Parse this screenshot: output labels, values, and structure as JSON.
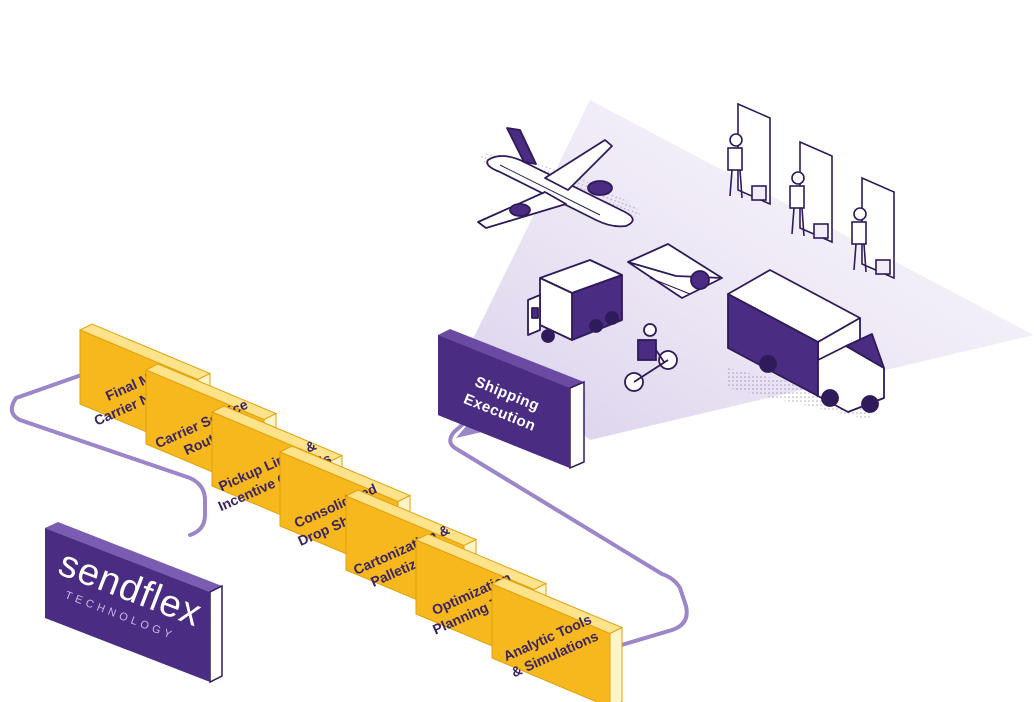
{
  "brand": {
    "name": "sendflex",
    "subtitle": "TECHNOLOGY"
  },
  "execution": {
    "line1": "Shipping",
    "line2": "Execution"
  },
  "steps": [
    {
      "line1": "Final Mile",
      "line2": "Carrier Network"
    },
    {
      "line1": "Carrier Service",
      "line2": "Routing"
    },
    {
      "line1": "Pickup Limits &",
      "line2": "Incentive Controls"
    },
    {
      "line1": "Consolidated",
      "line2": "Drop Shipping"
    },
    {
      "line1": "Cartonization &",
      "line2": "Palletization"
    },
    {
      "line1": "Optimization",
      "line2": "Planning Tools"
    },
    {
      "line1": "Analytic Tools",
      "line2": "& Simulations"
    }
  ],
  "colors": {
    "purple": "#4a2c82",
    "purple_dark": "#2f1a5a",
    "yellow": "#f6b81c",
    "yellow_light": "#fff4c8",
    "connector": "#9c85c9",
    "beam": "#e4dcf0"
  },
  "icons": [
    "airplane-icon",
    "delivery-van-icon",
    "envelope-icon",
    "courier-bike-icon",
    "box-truck-icon",
    "door-delivery-person-icon"
  ]
}
